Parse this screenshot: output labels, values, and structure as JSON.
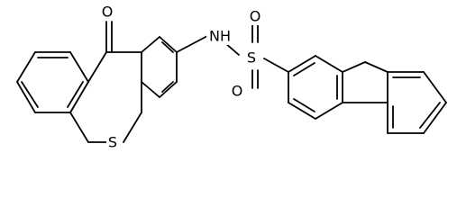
{
  "structure": {
    "atoms": {
      "carbonyl_oxygen": "O",
      "ring_sulfur": "S",
      "amide_nitrogen": "N",
      "amide_hydrogen": "H",
      "sulfonyl_sulfur": "S",
      "sulfonyl_oxygen_top": "O",
      "sulfonyl_oxygen_bottom": "O"
    }
  }
}
